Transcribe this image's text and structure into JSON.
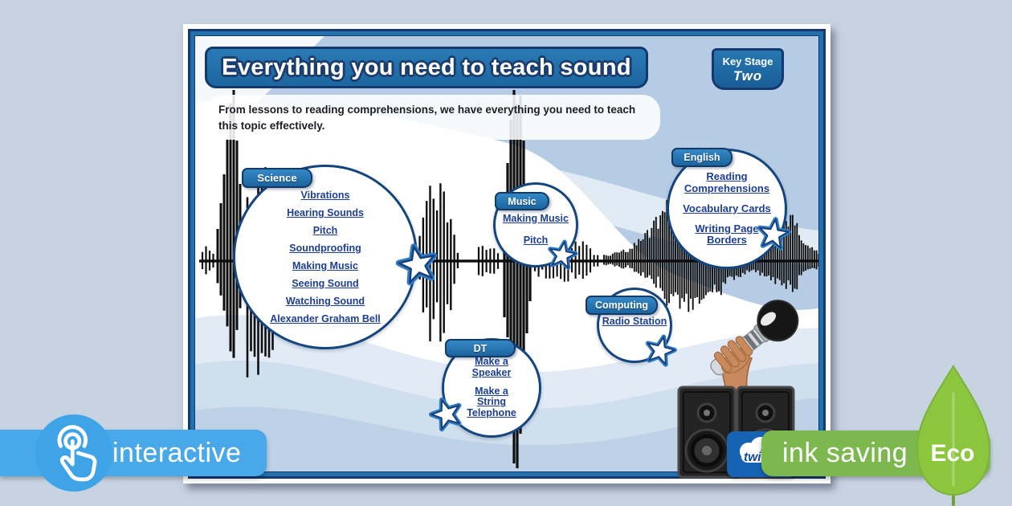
{
  "header": {
    "title": "Everything you need to teach sound",
    "key_stage_line1": "Key Stage",
    "key_stage_line2": "Two",
    "subtitle": "From lessons to reading comprehensions, we have everything you need to teach this topic effectively."
  },
  "categories": [
    {
      "label": "Science",
      "links": [
        "Vibrations",
        "Hearing Sounds",
        "Pitch",
        "Soundproofing",
        "Making Music",
        "Seeing Sound",
        "Watching Sound",
        "Alexander Graham Bell"
      ]
    },
    {
      "label": "Music",
      "links": [
        "Making Music",
        "Pitch"
      ]
    },
    {
      "label": "English",
      "links": [
        "Reading Comprehensions",
        "Vocabulary Cards",
        "Writing Page Borders"
      ]
    },
    {
      "label": "Computing",
      "links": [
        "Radio Station"
      ]
    },
    {
      "label": "DT",
      "links": [
        "Make a Speaker",
        "Make a String Telephone"
      ]
    }
  ],
  "footer": {
    "interactive_label": "interactive",
    "ink_saving_label": "ink saving",
    "eco_label": "Eco",
    "brand": "twinkl"
  },
  "colors": {
    "banner_blue": "#2171ac",
    "navy": "#16386e",
    "band_blue": "#b5cce4",
    "link_blue": "#1c3f94",
    "interactive_blue": "#49a8e9",
    "eco_green": "#7cb84e",
    "leaf_green": "#8cc63f",
    "waveform_black": "#0e0e0e"
  }
}
